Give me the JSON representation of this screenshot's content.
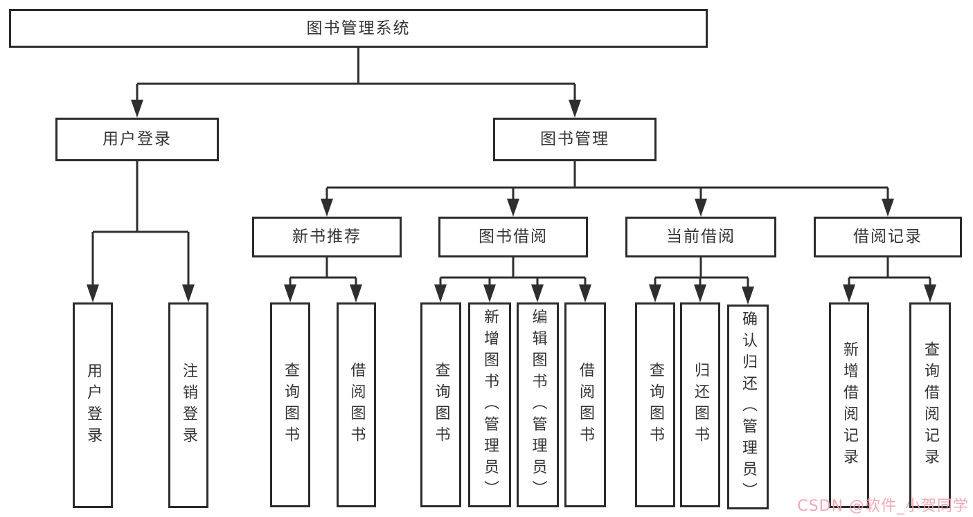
{
  "tree": {
    "root": {
      "label": "图书管理系统"
    },
    "branches": [
      {
        "label": "用户登录",
        "leaves": [
          "用户登录",
          "注销登录"
        ]
      },
      {
        "label": "图书管理",
        "children": [
          {
            "label": "新书推荐",
            "leaves": [
              "查询图书",
              "借阅图书"
            ]
          },
          {
            "label": "图书借阅",
            "leaves": [
              "查询图书",
              "新增图书（管理员）",
              "编辑图书（管理员）",
              "借阅图书"
            ]
          },
          {
            "label": "当前借阅",
            "leaves": [
              "查询图书",
              "归还图书",
              "确认归还（管理员）"
            ]
          },
          {
            "label": "借阅记录",
            "leaves": [
              "新增借阅记录",
              "查询借阅记录"
            ]
          }
        ]
      }
    ]
  },
  "watermark": {
    "text": "CSDN @软件_小贺同学"
  },
  "colors": {
    "background": "#FFFFFF",
    "box_border": "#2B2B2B",
    "connector_line": "#2E2E2E",
    "text": "#333333",
    "watermark": "#F3A0AD"
  }
}
